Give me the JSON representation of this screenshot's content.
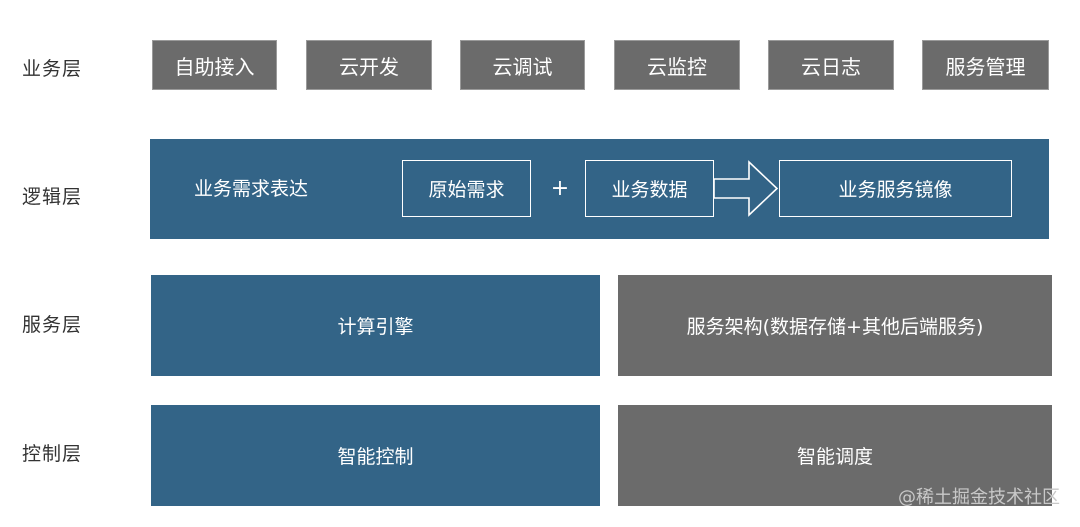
{
  "layers": {
    "business": "业务层",
    "logic": "逻辑层",
    "service": "服务层",
    "control": "控制层"
  },
  "business_items": [
    "自助接入",
    "云开发",
    "云调试",
    "云监控",
    "云日志",
    "服务管理"
  ],
  "logic": {
    "title": "业务需求表达",
    "raw_demand": "原始需求",
    "plus": "+",
    "business_data": "业务数据",
    "mirror": "业务服务镜像"
  },
  "service": {
    "compute_engine": "计算引擎",
    "architecture": "服务架构(数据存储+其他后端服务)"
  },
  "control": {
    "smart_control": "智能控制",
    "smart_schedule": "智能调度"
  },
  "watermark": "@稀土掘金技术社区",
  "colors": {
    "blue": "#336487",
    "gray": "#6b6b6b",
    "text": "#333333"
  }
}
